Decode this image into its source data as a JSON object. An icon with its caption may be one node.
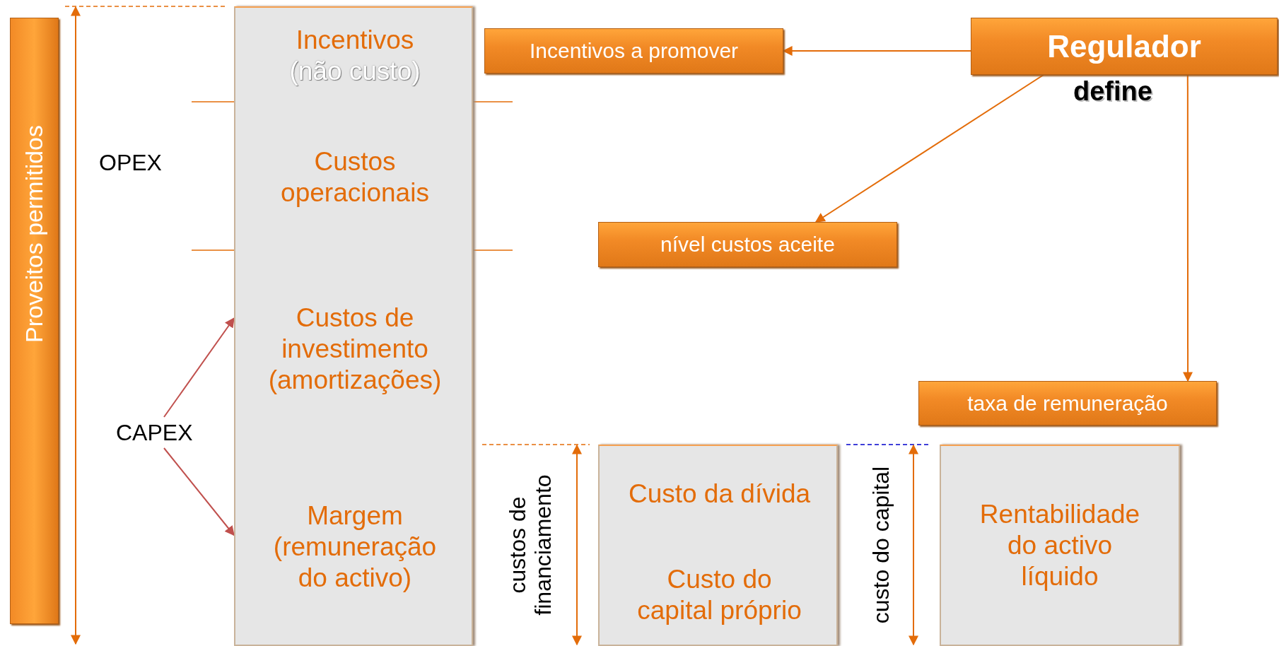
{
  "diagram": {
    "nodes": [
      {
        "text": [
          "Proveitos permitidos"
        ]
      },
      {
        "text": [],
        "shape": "box"
      },
      {
        "text": [
          "Incentivos",
          "(não custo)"
        ],
        "in": 1
      },
      {
        "text": [
          "Custos operacionais"
        ],
        "in": 1
      },
      {
        "text": [
          "Custos de investimento (amortizações)"
        ],
        "in": 1
      },
      {
        "text": [
          "Margem (remuneração do activo)"
        ],
        "in": 1
      },
      {
        "text": [
          "Incentivos a promover"
        ]
      },
      {
        "text": [
          "Regulador"
        ],
        "beside": [
          "define"
        ]
      },
      {
        "text": [
          "CAPEX"
        ]
      },
      {
        "text": [
          "nível custos aceite"
        ]
      },
      {
        "text": [
          "taxa de remuneração"
        ]
      },
      {
        "text": [],
        "shape": "box"
      },
      {
        "text": [
          "Custo da dívida"
        ],
        "in": 11
      },
      {
        "text": [
          "Custo do capital próprio"
        ],
        "in": 11
      },
      {
        "text": [
          "Rentabilidade do activo líquido"
        ]
      }
    ],
    "edges": [
      {
        "from": 7,
        "to": 6,
        "arrow": "to"
      },
      {
        "from": 7,
        "to": 9,
        "arrow": "to"
      },
      {
        "from": 7,
        "to": 10,
        "arrow": "to"
      },
      {
        "from": 8,
        "to": 4,
        "arrow": "to",
        "color": "#c0504d"
      },
      {
        "from": 8,
        "to": 5,
        "arrow": "to",
        "color": "#c0504d"
      }
    ],
    "labels": [
      "OPEX",
      "custos de financiamento",
      "custo do capital"
    ]
  }
}
